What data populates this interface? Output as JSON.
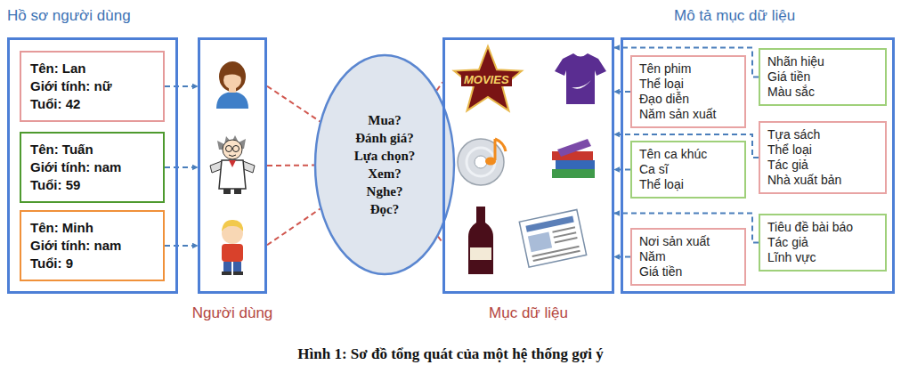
{
  "diagram": {
    "caption": "Hình 1: Sơ đồ tổng quát của một hệ thống gợi ý",
    "nodes": [
      {
        "text": [
          "Hồ sơ người dùng"
        ]
      },
      {
        "text": [
          "Tên: Lan",
          "Giới tính: nữ",
          "Tuổi: 42"
        ],
        "in": 0
      },
      {
        "text": [
          "Tên: Tuấn",
          "Giới tính: nam",
          "Tuổi: 59"
        ],
        "in": 0
      },
      {
        "text": [
          "Tên: Minh",
          "Giới tính: nam",
          "Tuổi: 9"
        ],
        "in": 0
      },
      {
        "text": [
          "Người dùng"
        ]
      },
      {
        "text": [
          "Mua?",
          "Đánh giá?",
          "Lựa chọn?",
          "Xem?",
          "Nghe?",
          "Đọc?"
        ]
      },
      {
        "text": [
          "Mục dữ liệu"
        ]
      },
      {
        "text": [
          "Mô tả mục dữ liệu"
        ]
      },
      {
        "text": [
          "Tên phim",
          "Thể loại",
          "Đạo diễn",
          "Năm sản xuất"
        ],
        "in": 7
      },
      {
        "text": [
          "Nhãn hiệu",
          "Giá tiền",
          "Màu sắc"
        ],
        "in": 7
      },
      {
        "text": [
          "Tên ca khúc",
          "Ca sĩ",
          "Thể loại"
        ],
        "in": 7
      },
      {
        "text": [
          "Tựa sách",
          "Thể loại",
          "Tác giả",
          "Nhà xuất bản"
        ],
        "in": 7
      },
      {
        "text": [
          "Nơi sản xuất",
          "Năm",
          "Giá tiền"
        ],
        "in": 7
      },
      {
        "text": [
          "Tiêu đề bài báo",
          "Tác giả",
          "Lĩnh vực"
        ],
        "in": 7
      }
    ],
    "edges": [
      {
        "from": 1,
        "to": 4,
        "arrow": "to"
      },
      {
        "from": 2,
        "to": 4,
        "arrow": "to"
      },
      {
        "from": 3,
        "to": 4,
        "arrow": "to"
      },
      {
        "from": 4,
        "to": 5,
        "arrow": "none"
      },
      {
        "from": 4,
        "to": 5,
        "arrow": "none"
      },
      {
        "from": 4,
        "to": 5,
        "arrow": "none"
      },
      {
        "from": 5,
        "to": 6,
        "arrow": "none"
      },
      {
        "from": 5,
        "to": 6,
        "arrow": "none"
      },
      {
        "from": 5,
        "to": 6,
        "arrow": "none"
      },
      {
        "from": 8,
        "to": 6,
        "arrow": "to"
      },
      {
        "from": 9,
        "to": 6,
        "arrow": "to"
      },
      {
        "from": 10,
        "to": 6,
        "arrow": "to"
      },
      {
        "from": 11,
        "to": 6,
        "arrow": "to"
      },
      {
        "from": 12,
        "to": 6,
        "arrow": "to"
      },
      {
        "from": 13,
        "to": 6,
        "arrow": "to"
      }
    ],
    "labels": [
      "MOVIES"
    ]
  }
}
